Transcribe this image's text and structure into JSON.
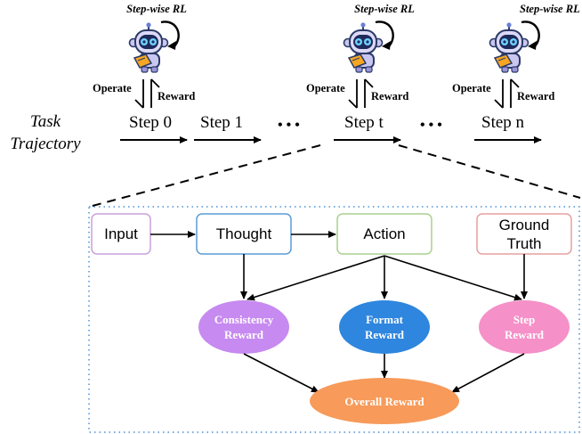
{
  "agents": [
    {
      "rl_label": "Step-wise RL",
      "operate_label": "Operate",
      "reward_label": "Reward"
    },
    {
      "rl_label": "Step-wise RL",
      "operate_label": "Operate",
      "reward_label": "Reward"
    },
    {
      "rl_label": "Step-wise RL",
      "operate_label": "Operate",
      "reward_label": "Reward"
    }
  ],
  "trajectory": {
    "label_line1": "Task",
    "label_line2": "Trajectory",
    "steps": [
      "Step 0",
      "Step 1",
      "Step t",
      "Step n"
    ],
    "ellipsis": "• • •"
  },
  "detail": {
    "input": "Input",
    "thought": "Thought",
    "action": "Action",
    "ground_truth_line1": "Ground",
    "ground_truth_line2": "Truth",
    "consistency_line1": "Consistency",
    "consistency_line2": "Reward",
    "format_line1": "Format",
    "format_line2": "Reward",
    "step_line1": "Step",
    "step_line2": "Reward",
    "overall": "Overall Reward"
  },
  "colors": {
    "input_border": "#c9a0dc",
    "thought_border": "#5b9bd5",
    "action_border": "#a9d18e",
    "truth_border": "#e6a0a0",
    "consistency_fill": "#c68af0",
    "format_fill": "#2e86de",
    "step_fill": "#f590c8",
    "overall_fill": "#f79a5a",
    "dotted_border": "#4a90d9"
  }
}
